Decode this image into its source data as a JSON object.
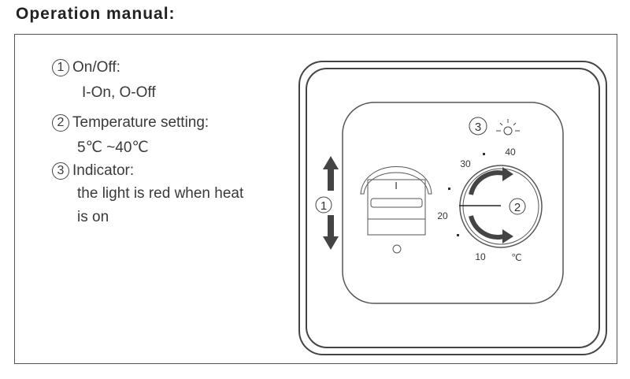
{
  "title": "Operation manual:",
  "items": [
    {
      "num": "1",
      "label": "On/Off:",
      "detail": "I-On,  O-Off"
    },
    {
      "num": "2",
      "label": "Temperature setting:",
      "detail": "5℃ ~40℃"
    },
    {
      "num": "3",
      "label": "Indicator:",
      "detail": "the light is red when heat",
      "detail2": "is on"
    }
  ],
  "device": {
    "switch_on": "I",
    "callouts": [
      "1",
      "2",
      "3"
    ],
    "dial_labels": [
      "10",
      "20",
      "30",
      "40"
    ],
    "unit": "℃"
  }
}
